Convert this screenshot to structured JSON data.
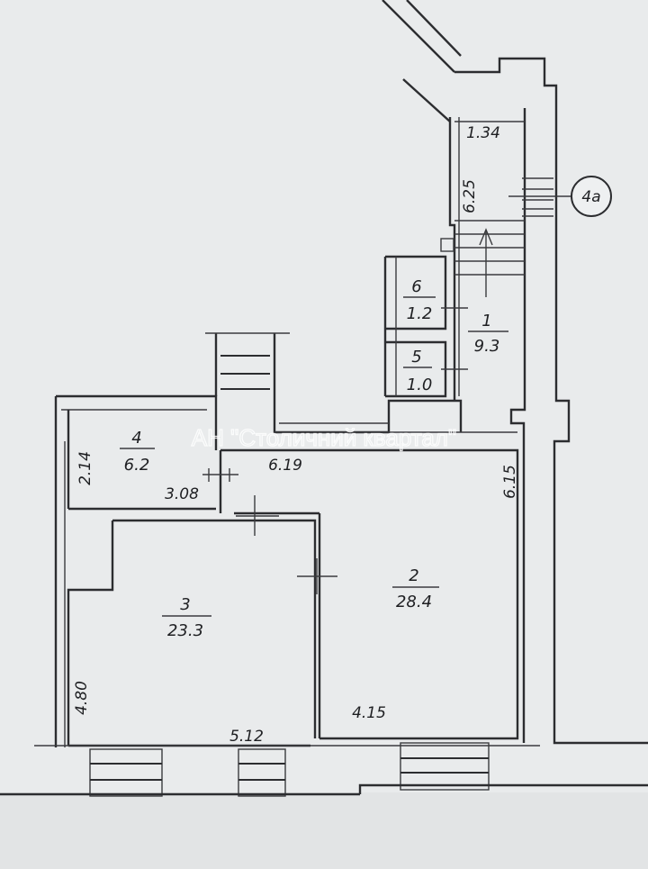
{
  "watermark": "АН \"Столичний квартал\"",
  "axis_marker": "4a",
  "rooms": [
    {
      "number": "1",
      "area": "9.3"
    },
    {
      "number": "2",
      "area": "28.4"
    },
    {
      "number": "3",
      "area": "23.3"
    },
    {
      "number": "4",
      "area": "6.2"
    },
    {
      "number": "5",
      "area": "1.0"
    },
    {
      "number": "6",
      "area": "1.2"
    }
  ],
  "dimensions": [
    "1.34",
    "6.25",
    "6.19",
    "2.14",
    "3.08",
    "6.15",
    "4.80",
    "5.12",
    "4.15"
  ]
}
